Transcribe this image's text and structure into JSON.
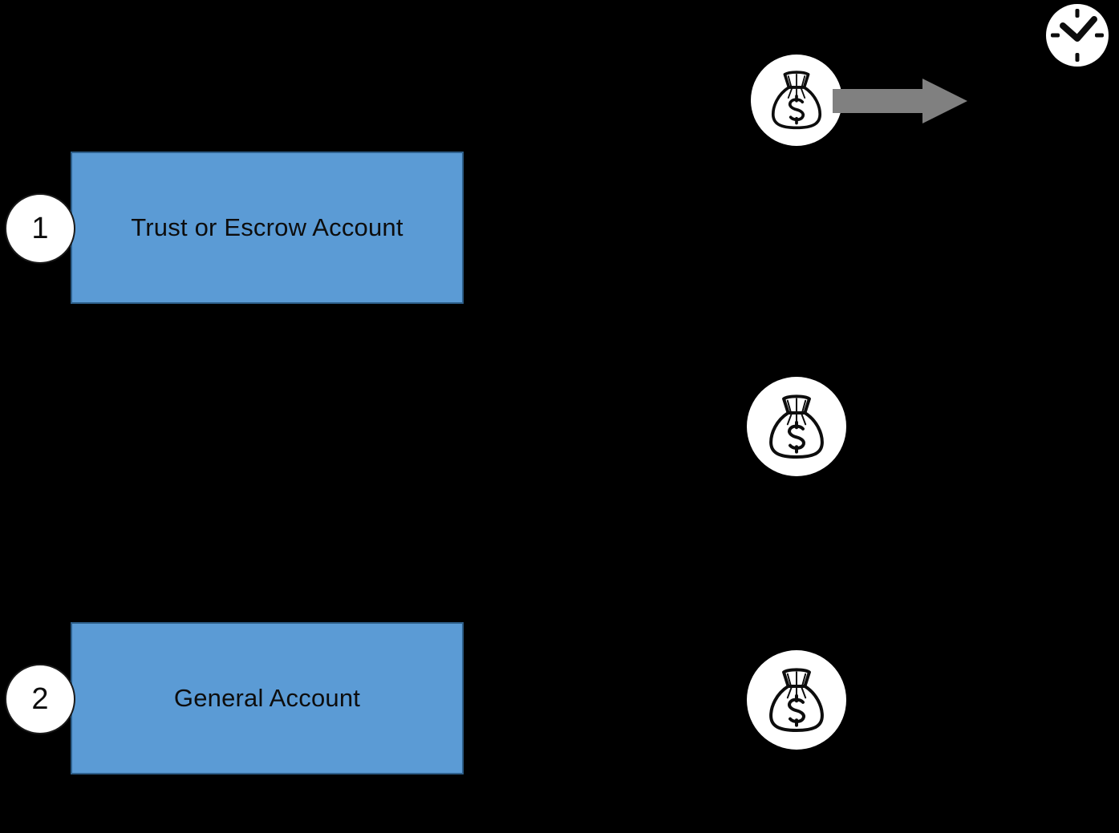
{
  "diagram": {
    "background_color": "#000000",
    "accent_color": "#5B9BD5",
    "arrow_color": "#808080",
    "icon_badge_color": "#FFFFFF",
    "boxes": [
      {
        "step": "1",
        "label": "Trust or Escrow Account",
        "fill": "#5B9BD5",
        "border": "#2E5F8A"
      },
      {
        "step": "2",
        "label": "General Account",
        "fill": "#5B9BD5",
        "border": "#2E5F8A"
      }
    ],
    "icons": [
      {
        "name": "money-bag-icon",
        "position": "top-right",
        "symbol": "$"
      },
      {
        "name": "money-bag-icon",
        "position": "middle-right",
        "symbol": "$"
      },
      {
        "name": "money-bag-icon",
        "position": "bottom-right",
        "symbol": "$"
      },
      {
        "name": "clock-icon",
        "position": "far-top-right"
      },
      {
        "name": "right-arrow-icon",
        "position": "top-right-between-money-and-clock"
      }
    ]
  }
}
